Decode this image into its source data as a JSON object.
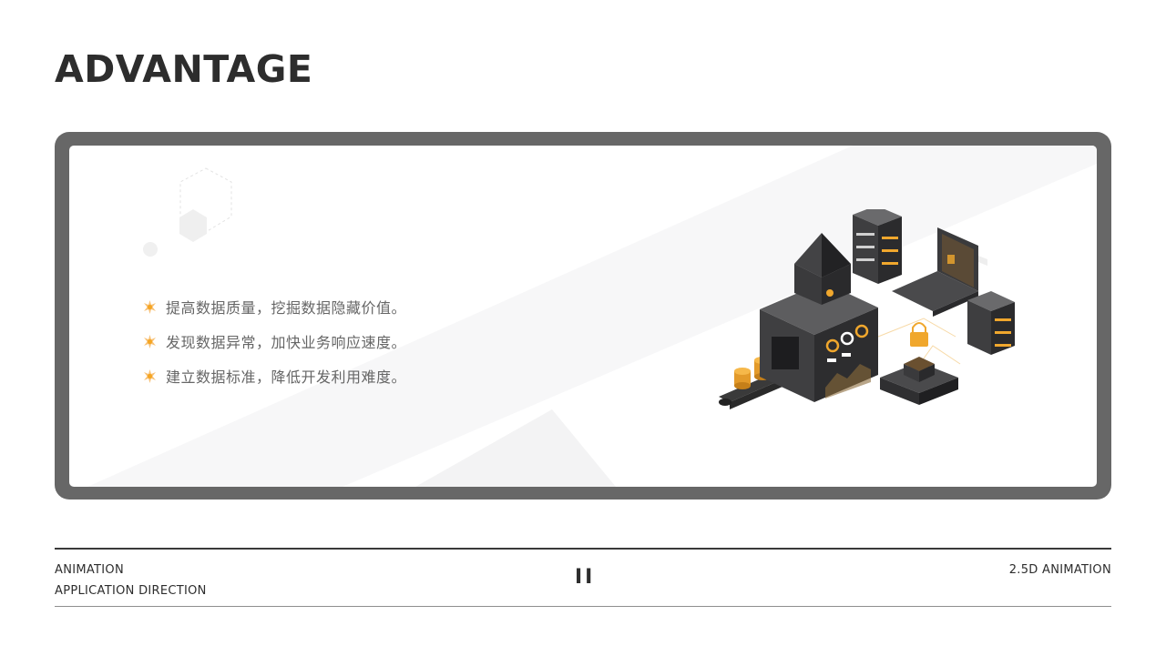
{
  "header": {
    "title": "ADVANTAGE"
  },
  "card": {
    "items": [
      {
        "text": "提高数据质量，挖掘数据隐藏价值。"
      },
      {
        "text": "发现数据异常，加快业务响应速度。"
      },
      {
        "text": "建立数据标准，降低开发利用难度。"
      }
    ],
    "bullet_icon": "star-burst-icon",
    "illustration_icon": "isometric-data-factory-icon"
  },
  "footer": {
    "left_line1": "ANIMATION",
    "left_line2": "APPLICATION DIRECTION",
    "section_number": "II",
    "right_label": "2.5D ANIMATION"
  },
  "colors": {
    "frame": "#676767",
    "accent": "#f5a623",
    "text_dark": "#2d2d2d",
    "text_muted": "#666666"
  }
}
